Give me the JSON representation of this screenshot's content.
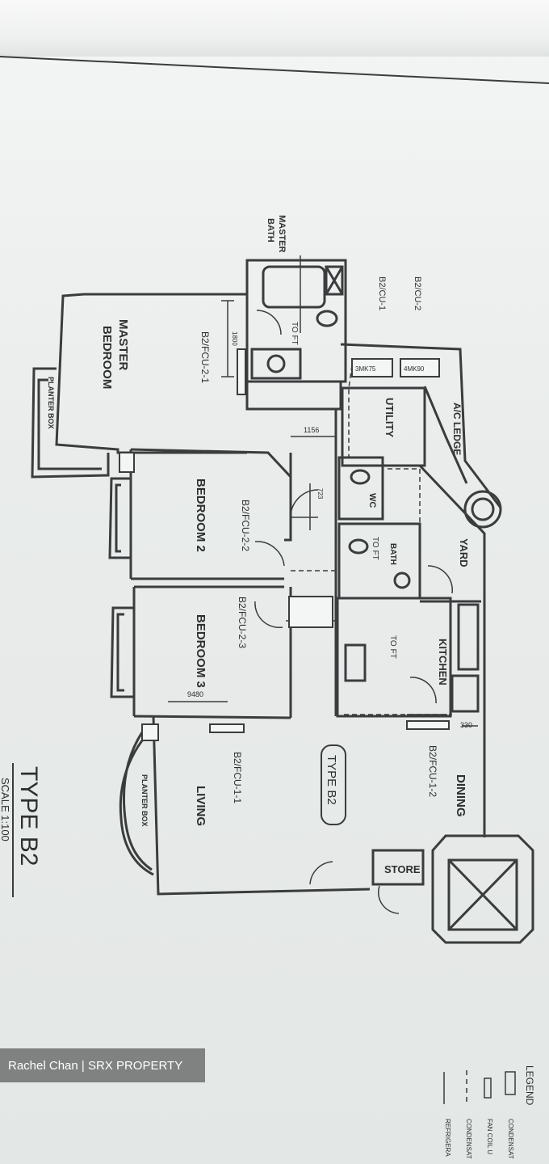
{
  "plan": {
    "title": "TYPE B2",
    "scale": "SCALE 1:100",
    "type_tag": "TYPE B2",
    "rooms": {
      "master_bedroom": [
        "MASTER",
        "BEDROOM"
      ],
      "master_bath": [
        "MASTER",
        "BATH"
      ],
      "bedroom_2": "BEDROOM 2",
      "bedroom_3": "BEDROOM 3",
      "living": "LIVING",
      "dining": "DINING",
      "kitchen": "KITCHEN",
      "yard": "YARD",
      "utility": "UTILITY",
      "ac_ledge": "A/C LEDGE",
      "store": "STORE",
      "wc": "WC",
      "bath": "BATH",
      "planter_box_top": "PLANTER BOX",
      "planter_box_bottom": "PLANTER BOX"
    },
    "units": {
      "fcu_master": "B2/FCU-2-1",
      "fcu_bed2": "B2/FCU-2-2",
      "fcu_bed3": "B2/FCU-2-3",
      "fcu_living": "B2/FCU-1-1",
      "fcu_dining": "B2/FCU-1-2",
      "cu_1": "B2/CU-1",
      "cu_2": "B2/CU-2",
      "cu_tag_1": "3MK75",
      "cu_tag_2": "4MK90"
    },
    "notes": {
      "to_ft_1": "TO FT",
      "to_ft_2": "TO FT",
      "to_ft_3": "TO FT",
      "dim_1156": "1156",
      "dim_1800": "1800",
      "dim_723": "723",
      "dim_9480": "9480",
      "dim_330": "330"
    }
  },
  "legend": {
    "title": "LEGEND",
    "items": [
      "CONDENSAT",
      "FAN COIL U",
      "CONDENSAT",
      "REFRIGERA"
    ]
  },
  "watermark": "Rachel Chan | SRX PROPERTY"
}
